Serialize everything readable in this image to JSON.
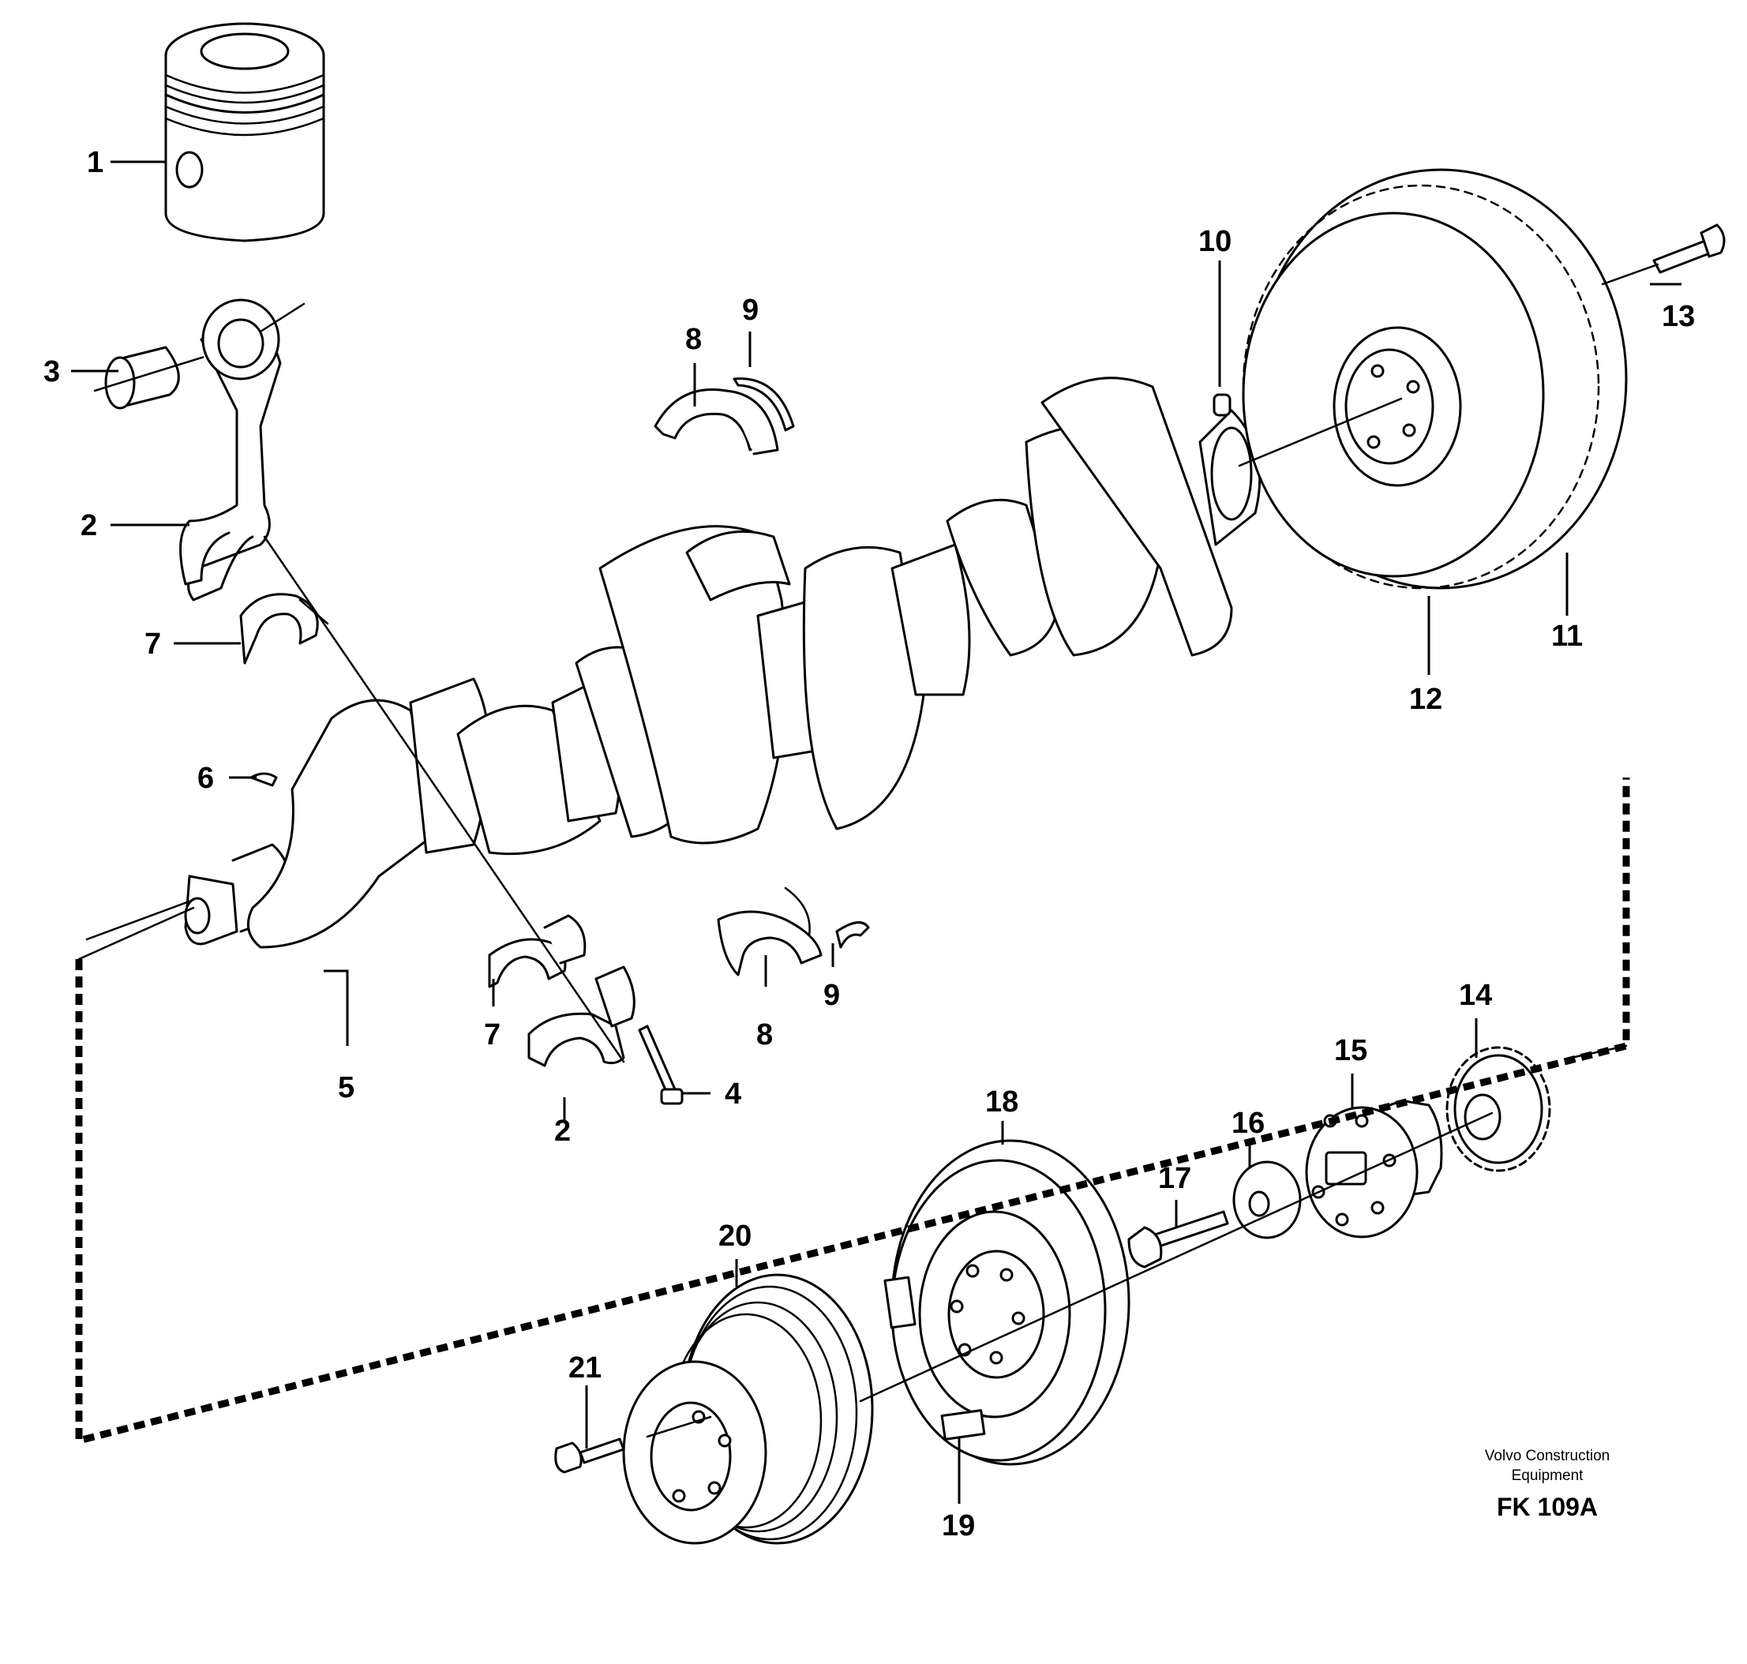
{
  "callouts": [
    "1",
    "2",
    "3",
    "4",
    "5",
    "6",
    "7",
    "8",
    "9",
    "10",
    "11",
    "12",
    "13",
    "14",
    "15",
    "16",
    "17",
    "18",
    "19",
    "20",
    "21"
  ],
  "callouts_repeat": {
    "c2b": "2",
    "c7b": "7",
    "c8b": "8",
    "c9b": "9"
  },
  "credit": {
    "line1": "Volvo Construction",
    "line2": "Equipment"
  },
  "figure_code": "FK 109A"
}
